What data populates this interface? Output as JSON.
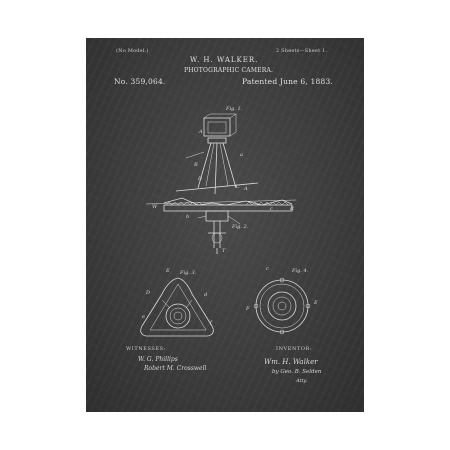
{
  "header": {
    "model": "(No Model.)",
    "sheets": "2 Sheets—Sheet 1.",
    "inventor_name": "W. H. WALKER.",
    "title": "PHOTOGRAPHIC CAMERA.",
    "patent_no": "No. 359,064.",
    "patented": "Patented June 6, 1883."
  },
  "figures": {
    "fig1": "Fig. 1.",
    "fig2": "Fig. 2.",
    "fig3": "Fig. 3.",
    "fig4": "Fig. 4."
  },
  "footer": {
    "witnesses_label": "WITNESSES:",
    "witness1": "W. G. Phillips",
    "witness2": "Robert M. Crosswell",
    "inventor_label": "INVENTOR:",
    "inventor_sig": "Wm. H. Walker",
    "attorney": "by Geo. B. Selden",
    "attorney_role": "Atty."
  },
  "colors": {
    "chalkboard": "#3c3c3c",
    "chalk": "#dcdcdc"
  }
}
